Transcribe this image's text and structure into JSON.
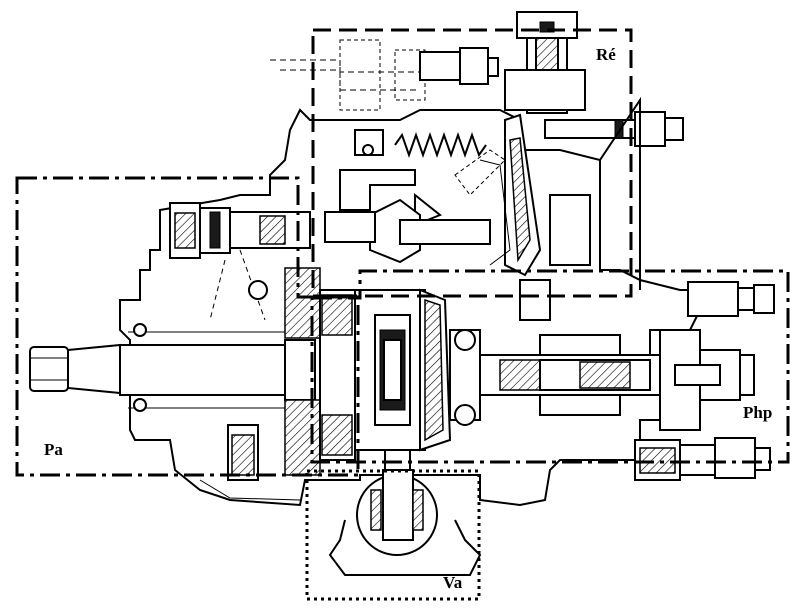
{
  "labels": {
    "regulator": "Ré",
    "feed_pump": "Pa",
    "high_pressure_pump": "Php",
    "valve": "Va"
  }
}
